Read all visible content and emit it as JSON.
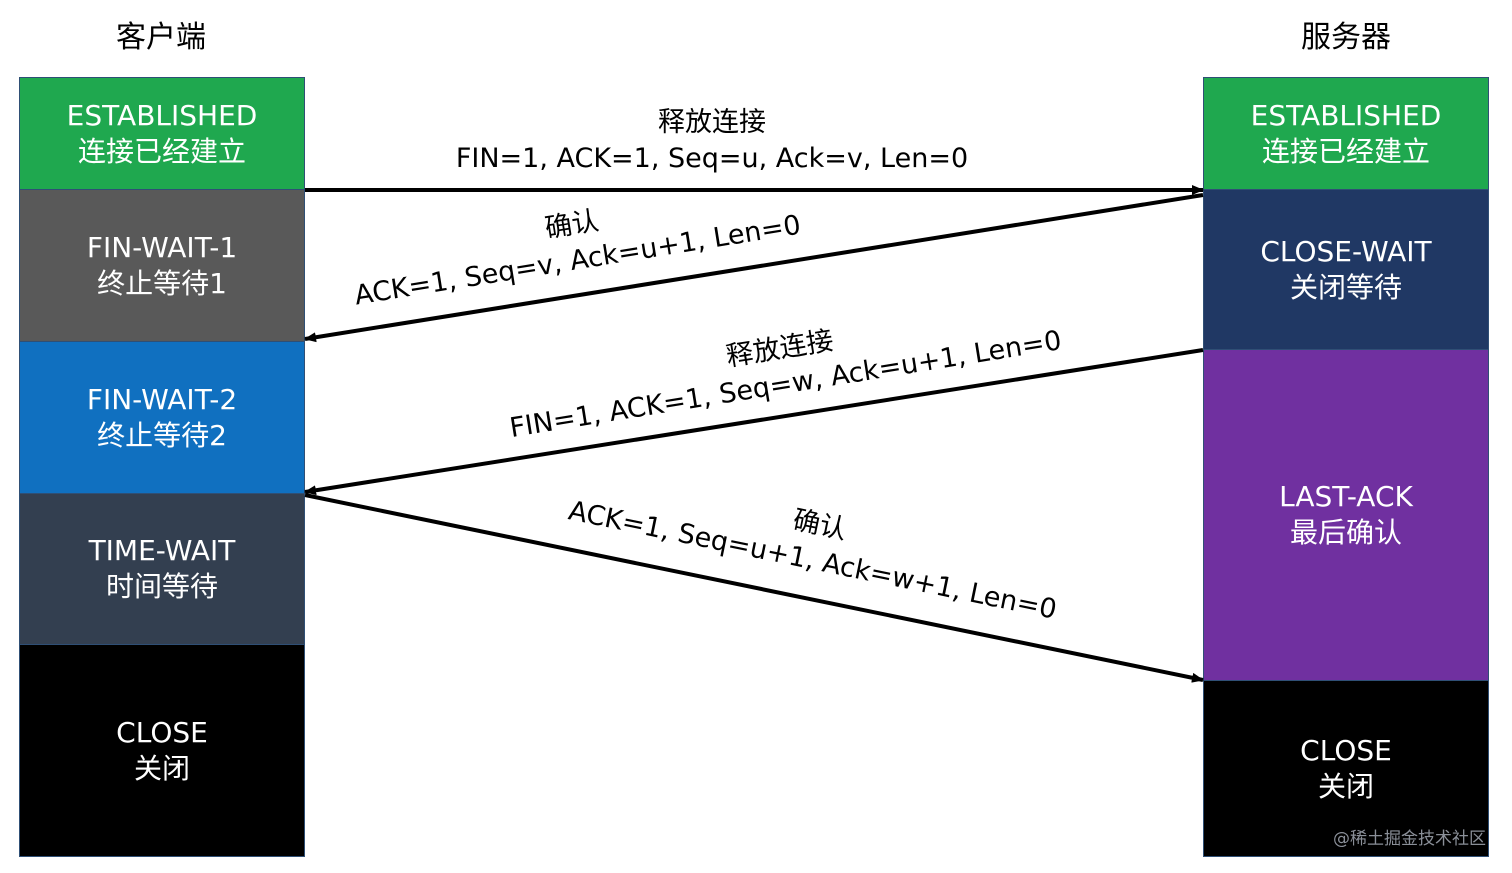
{
  "client": {
    "title": "客户端",
    "states": [
      {
        "en": "ESTABLISHED",
        "zh": "连接已经建立",
        "color": "#1fa84f"
      },
      {
        "en": "FIN-WAIT-1",
        "zh": "终止等待1",
        "color": "#595959"
      },
      {
        "en": "FIN-WAIT-2",
        "zh": "终止等待2",
        "color": "#1070c0"
      },
      {
        "en": "TIME-WAIT",
        "zh": "时间等待",
        "color": "#333f50"
      },
      {
        "en": "CLOSE",
        "zh": "关闭",
        "color": "#000000"
      }
    ]
  },
  "server": {
    "title": "服务器",
    "states": [
      {
        "en": "ESTABLISHED",
        "zh": "连接已经建立",
        "color": "#1fa84f"
      },
      {
        "en": "CLOSE-WAIT",
        "zh": "关闭等待",
        "color": "#203864"
      },
      {
        "en": "LAST-ACK",
        "zh": "最后确认",
        "color": "#7030a0"
      },
      {
        "en": "CLOSE",
        "zh": "关闭",
        "color": "#000000"
      }
    ]
  },
  "messages": [
    {
      "title": "释放连接",
      "detail": "FIN=1, ACK=1, Seq=u, Ack=v, Len=0"
    },
    {
      "title": "确认",
      "detail": "ACK=1, Seq=v, Ack=u+1, Len=0"
    },
    {
      "title": "释放连接",
      "detail": "FIN=1, ACK=1, Seq=w, Ack=u+1, Len=0"
    },
    {
      "title": "确认",
      "detail": "ACK=1, Seq=u+1, Ack=w+1, Len=0"
    }
  ],
  "watermark": "@稀土掘金技术社区"
}
